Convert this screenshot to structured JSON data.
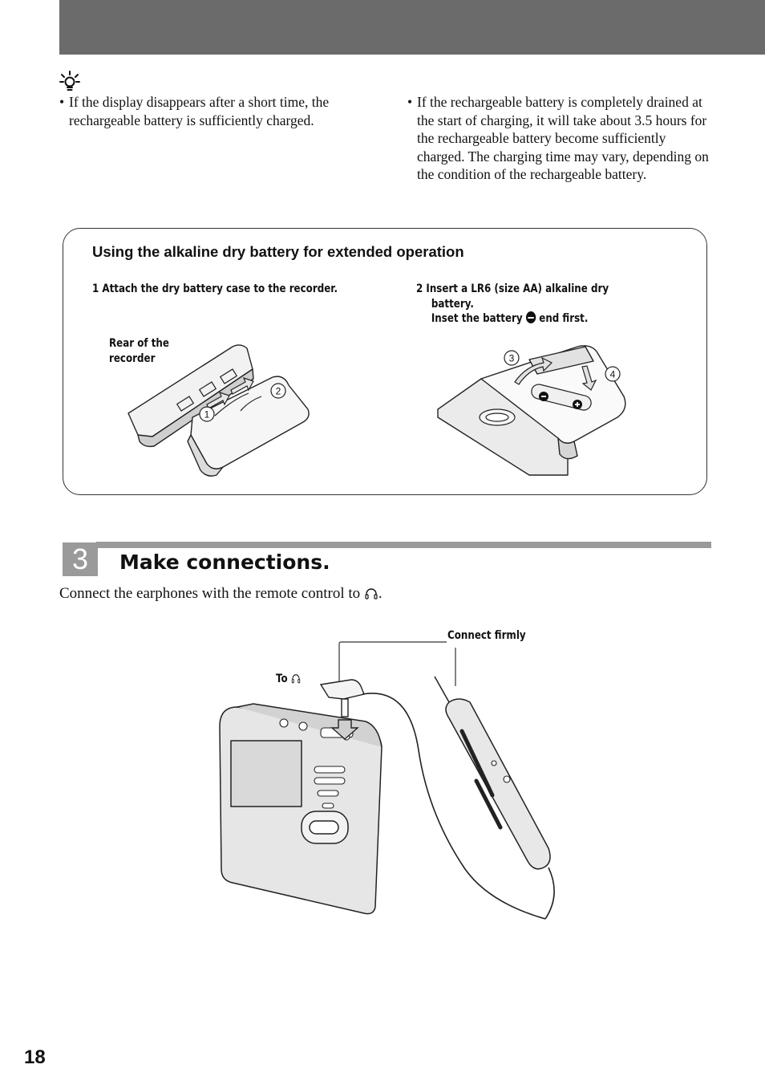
{
  "header": {
    "bar_color": "#6b6b6b"
  },
  "hint": {
    "icon": "lightbulb-icon",
    "bullet": "•",
    "left": "If the display disappears after a short time, the rechargeable battery is sufficiently charged.",
    "right": "If the rechargeable battery is completely drained at the start of charging, it will take about 3.5 hours for the rechargeable battery become sufficiently charged. The charging time may vary, depending on the condition of the rechargeable battery."
  },
  "box": {
    "title": "Using the alkaline dry battery for extended operation",
    "step1": "1  Attach the dry battery case to the recorder.",
    "rear_label_line1": "Rear of the",
    "rear_label_line2": "recorder",
    "step2_line1": "2  Insert a LR6 (size AA) alkaline dry",
    "step2_line2": "battery.",
    "step2_line3_a": "Inset the battery",
    "step2_line3_b": "end first.",
    "callouts": [
      "1",
      "2",
      "3",
      "4"
    ]
  },
  "section": {
    "number": "3",
    "title": "Make connections.",
    "desc_a": "Connect the earphones with the remote control to",
    "desc_b": ".",
    "connect_label": "Connect firmly",
    "to_label": "To",
    "accent": "#9a9a9a"
  },
  "page_number": "18"
}
